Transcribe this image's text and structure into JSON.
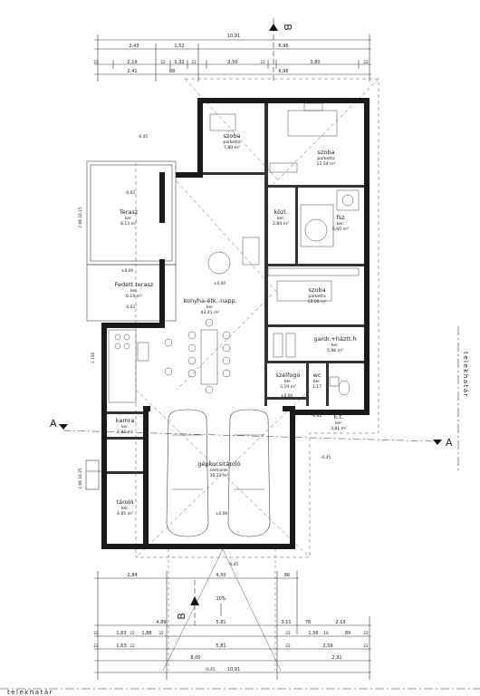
{
  "dimensions": {
    "top_total": "10,91",
    "top_row1": [
      "2,43",
      "1,52",
      "6,96"
    ],
    "top_row2": [
      "22",
      "2,19",
      "22",
      "1,32",
      "22",
      "2,50",
      "22",
      "3,80",
      "22"
    ],
    "top_row3": [
      "2,41",
      "88",
      "6,96"
    ],
    "bottom_row0": [
      "2,84",
      "4,50",
      "86"
    ],
    "bottom_row1": [
      "4,89",
      "5,81",
      "3,11",
      "78",
      "2,13"
    ],
    "bottom_row2": [
      "22",
      "1,63",
      "22",
      "1,88",
      "22",
      "22",
      "1,56",
      "16",
      "89",
      "22"
    ],
    "bottom_row3": [
      "22",
      "1,63",
      "22",
      "5,81",
      "22",
      "2,59",
      "22"
    ],
    "bottom_row4": [
      "8,00",
      "2,91"
    ],
    "bottom_total": "10,91",
    "bottom_level": "-0,45"
  },
  "rooms": [
    {
      "id": "szoba1",
      "name": "szoba",
      "floor": "parketta",
      "area": "7,80 m²"
    },
    {
      "id": "szoba2",
      "name": "szoba",
      "floor": "parketta",
      "area": "12,54 m²"
    },
    {
      "id": "terasz",
      "name": "Terasz",
      "floor": "ker.",
      "area": "8,13 m²"
    },
    {
      "id": "kozl",
      "name": "közl.",
      "floor": "ker.",
      "area": "2,84 m²"
    },
    {
      "id": "furdo",
      "name": "fsz",
      "floor": "ker.",
      "area": "6,60 m²"
    },
    {
      "id": "fedett",
      "name": "Fedett terasz",
      "floor": "ker.",
      "area": "6,14 m²"
    },
    {
      "id": "konyha",
      "name": "konyha-étk.-napp.",
      "floor": "ker.",
      "area": "43,41 m²"
    },
    {
      "id": "szoba3",
      "name": "szoba",
      "floor": "parketta",
      "area": "10,06 m²"
    },
    {
      "id": "gardrob",
      "name": "gardr.+háztt.h",
      "floor": "ker.",
      "area": "5,96 m²"
    },
    {
      "id": "szelfogo",
      "name": "szélfogó",
      "floor": "ker.",
      "area": "3,19 m²"
    },
    {
      "id": "wc",
      "name": "wc",
      "floor": "ker.",
      "area": "1,17"
    },
    {
      "id": "kamra",
      "name": "kamra",
      "floor": "ker.",
      "area": "2,82 m²"
    },
    {
      "id": "bejarat",
      "name": "E.t.",
      "floor": "ker.",
      "area": "3,81 m²"
    },
    {
      "id": "garazs",
      "name": "gépkocsitároló",
      "floor": "cem.sim.",
      "area": "30,22 m²"
    },
    {
      "id": "tarolo",
      "name": "tároló",
      "floor": "kér.",
      "area": "4,85 m²"
    }
  ],
  "levels": {
    "outside_top": "-0,45",
    "terrace_1": "-0,02",
    "covered_terrace": "-0,02",
    "main": "±0,00",
    "fedett": "±0,00",
    "entry": "±0,00",
    "eloter": "-0,02",
    "outside_right": "-0,45",
    "garage": "±0,00",
    "driveway": "-0,45"
  },
  "section_marks": {
    "b": "B",
    "a": "A"
  },
  "ramp_slope": "10%",
  "boundary_label": "telekhatár",
  "boundary_label_right": "telekhatár",
  "side_notes": {
    "terrace_left": "2 06 10 15",
    "kitchen_left": "1 150",
    "storage_left": "2 06 10 25"
  }
}
